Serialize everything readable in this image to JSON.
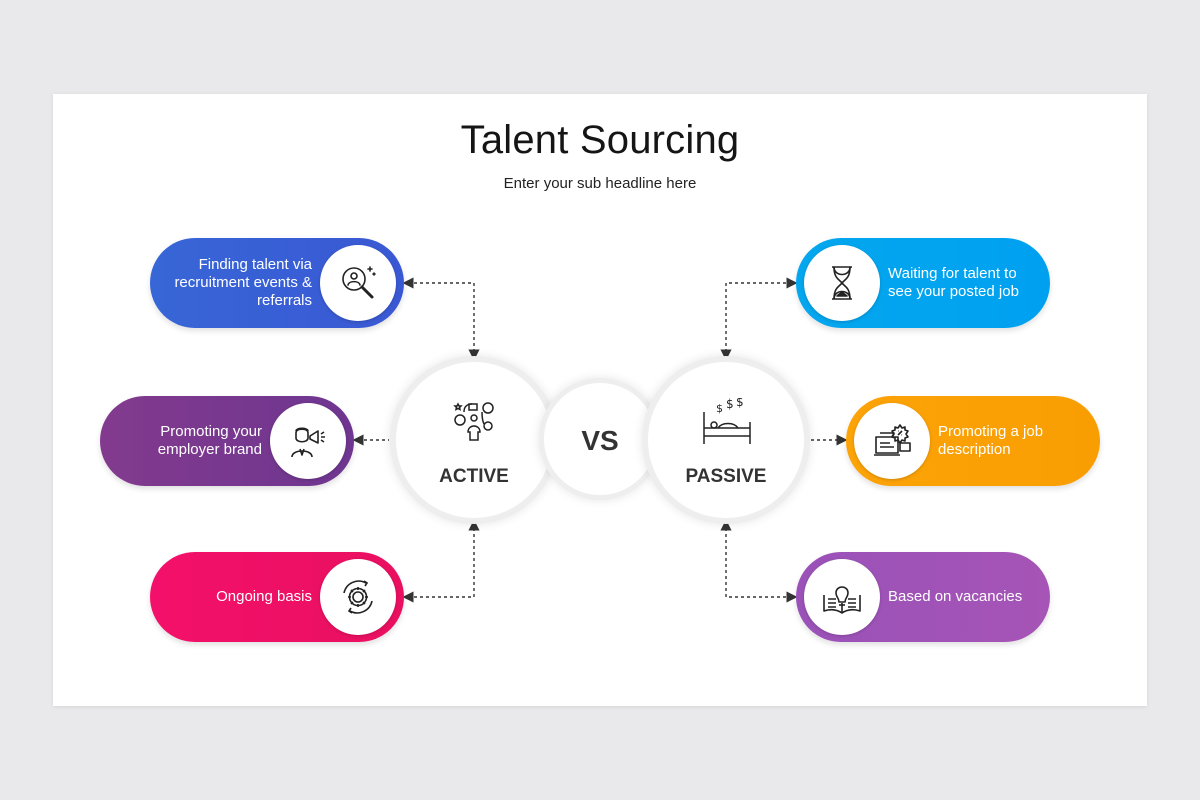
{
  "title": "Talent Sourcing",
  "subtitle": "Enter your sub headline here",
  "center": {
    "active": "ACTIVE",
    "vs": "VS",
    "passive": "PASSIVE"
  },
  "active_items": [
    {
      "text": "Finding talent via recruitment events & referrals",
      "icon": "magnifier-person-icon",
      "color": "#3a62d8"
    },
    {
      "text": "Promoting your employer brand",
      "icon": "megaphone-person-icon",
      "color": "#7b3a8f"
    },
    {
      "text": "Ongoing basis",
      "icon": "gear-cycle-icon",
      "color": "#ee1165"
    }
  ],
  "passive_items": [
    {
      "text": "Waiting for talent to see your posted job",
      "icon": "hourglass-icon",
      "color": "#00a3ee"
    },
    {
      "text": "Promoting a job description",
      "icon": "job-ad-icon",
      "color": "#fba206"
    },
    {
      "text": "Based on vacancies",
      "icon": "lightbulb-book-icon",
      "color": "#a04fb5"
    }
  ]
}
